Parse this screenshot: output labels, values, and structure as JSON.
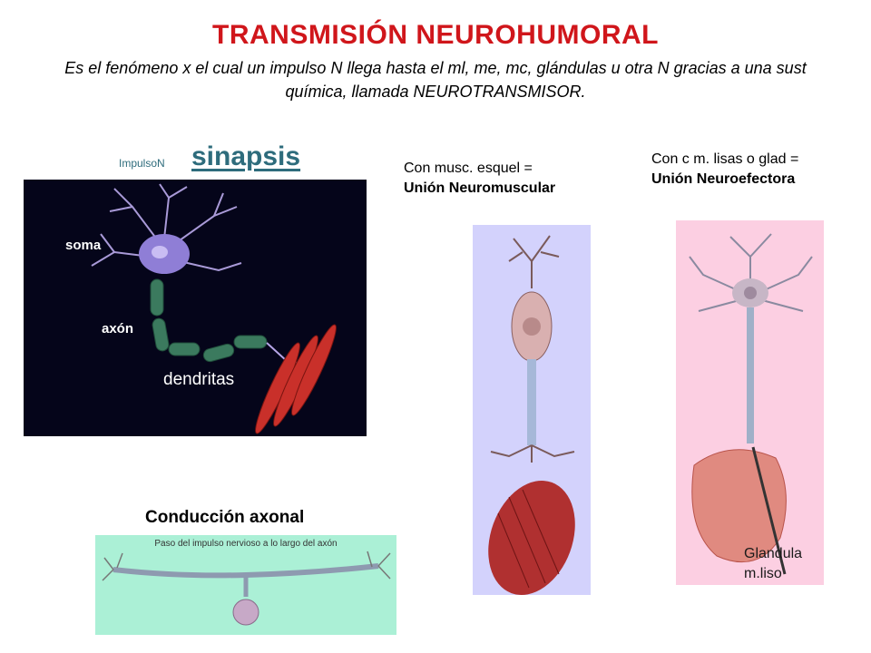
{
  "title": "TRANSMISIÓN NEUROHUMORAL",
  "subtitle": "Es el fenómeno x el cual un impulso N llega hasta el ml, me, mc, glándulas u otra N gracias a una sust química, llamada NEUROTRANSMISOR.",
  "synapse": {
    "impulse_label": "ImpulsoN",
    "title": "sinapsis",
    "labels": {
      "soma": "soma",
      "axon": "axón",
      "dendrites": "dendritas"
    }
  },
  "skeletal": {
    "line1": "Con musc. esquel =",
    "line2": "Unión Neuromuscular"
  },
  "smooth": {
    "line1": "Con c m. lisas o glad =",
    "line2": "Unión Neuroefectora",
    "gland_label_1": "Glandula",
    "gland_label_2": "m.liso"
  },
  "axonal": {
    "title": "Conducción axonal",
    "caption": "Paso del impulso nervioso a lo largo del axón"
  },
  "colors": {
    "title": "#d0161b",
    "link": "#2e6c7c",
    "neuron_bg": "#05051a",
    "axonal_bg": "#abf0d6",
    "muscle_bg": "#d3d2fc",
    "gland_bg": "#fccfe2"
  }
}
